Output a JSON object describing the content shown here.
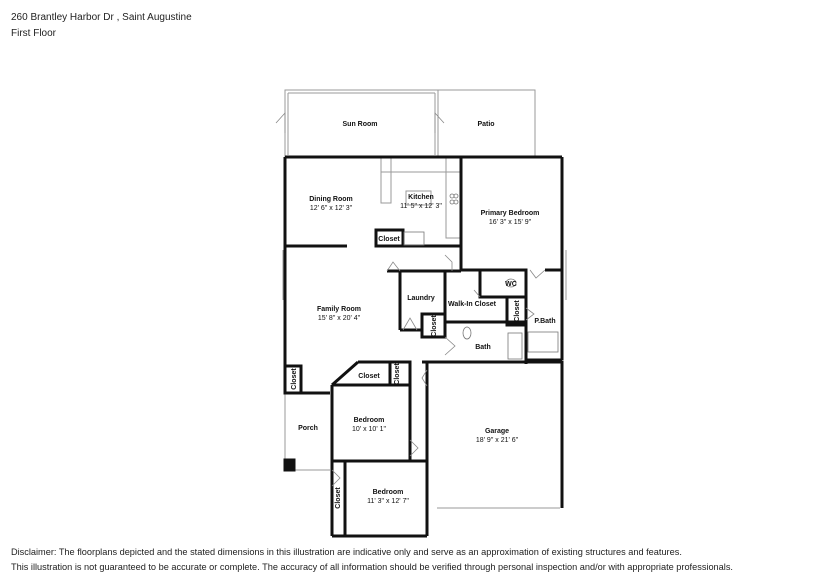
{
  "header": {
    "address": "260 Brantley Harbor Dr , Saint Augustine",
    "floor": "First Floor"
  },
  "rooms": {
    "sun_room": {
      "name": "Sun Room"
    },
    "patio": {
      "name": "Patio"
    },
    "dining_room": {
      "name": "Dining Room",
      "dims": "12' 6\" x 12' 3\""
    },
    "kitchen": {
      "name": "Kitchen",
      "dims": "11' 5\" x 12' 3\""
    },
    "primary_bedroom": {
      "name": "Primary Bedroom",
      "dims": "16' 3\" x 15' 9\""
    },
    "closet_kitchen": {
      "name": "Closet"
    },
    "laundry": {
      "name": "Laundry"
    },
    "wc": {
      "name": "WC"
    },
    "walk_in_closet": {
      "name": "Walk-In Closet"
    },
    "closet_primary": {
      "name": "Closet"
    },
    "p_bath": {
      "name": "P.Bath"
    },
    "family_room": {
      "name": "Family Room",
      "dims": "15' 8\" x 20' 4\""
    },
    "closet_hall": {
      "name": "Closet"
    },
    "bath": {
      "name": "Bath"
    },
    "closet_porch": {
      "name": "Closet"
    },
    "closet_bed1_a": {
      "name": "Closet"
    },
    "closet_bed1_b": {
      "name": "Closet"
    },
    "porch": {
      "name": "Porch"
    },
    "bedroom1": {
      "name": "Bedroom",
      "dims": "10' x 10' 1\""
    },
    "garage": {
      "name": "Garage",
      "dims": "18' 9\" x 21' 6\""
    },
    "bedroom2": {
      "name": "Bedroom",
      "dims": "11' 3\" x 12' 7\""
    },
    "closet_bed2": {
      "name": "Closet"
    }
  },
  "disclaimer": {
    "line1": "Disclaimer: The floorplans depicted and the stated dimensions in this illustration are indicative only and serve as an approximation of existing structures and features.",
    "line2": "This illustration is not guaranteed to be accurate or complete. The accuracy of all information should be verified through personal inspection and/or with appropriate professionals."
  },
  "colors": {
    "wall": "#111111",
    "thin_wall": "#9a9a9a"
  }
}
